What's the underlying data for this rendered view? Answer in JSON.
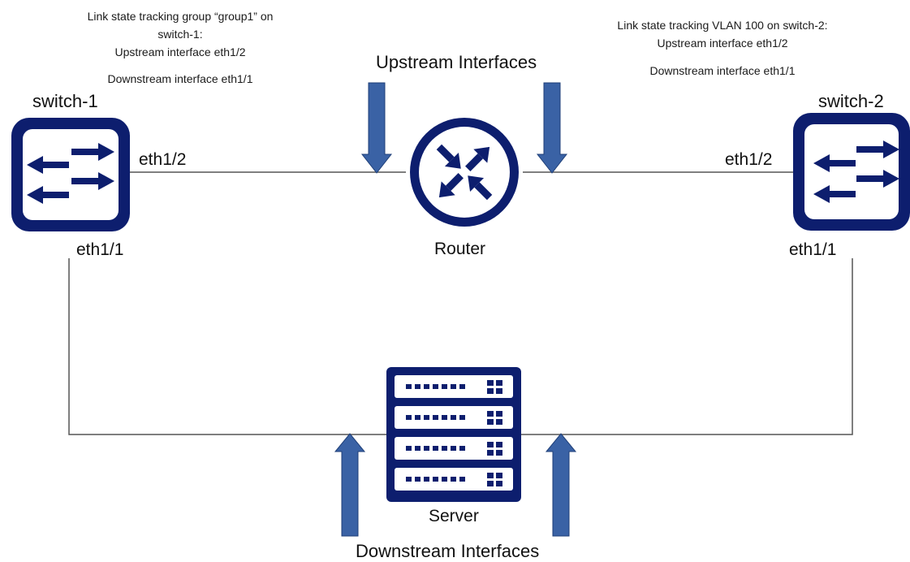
{
  "notes": {
    "left": [
      "Link state tracking group “group1” on",
      "switch-1:",
      "Upstream interface eth1/2",
      "",
      "Downstream interface eth1/1"
    ],
    "right": [
      "Link state tracking VLAN 100 on switch-2:",
      "Upstream interface eth1/2",
      "",
      "Downstream interface eth1/1"
    ]
  },
  "labels": {
    "upstream_interfaces": "Upstream Interfaces",
    "downstream_interfaces": "Downstream Interfaces",
    "switch1": "switch-1",
    "switch2": "switch-2",
    "router": "Router",
    "server": "Server",
    "sw1_eth12": "eth1/2",
    "sw1_eth11": "eth1/1",
    "sw2_eth12": "eth1/2",
    "sw2_eth11": "eth1/1"
  },
  "icons": {
    "switch1": "network-switch-icon",
    "switch2": "network-switch-icon",
    "router": "router-icon",
    "server": "server-rack-icon",
    "arrows": "interface-arrow-icon"
  },
  "colors": {
    "device_navy": "#0d1e6e",
    "arrow_blue": "#3a62a5",
    "arrow_outline": "#1f3f78",
    "link_line": "#555555"
  }
}
